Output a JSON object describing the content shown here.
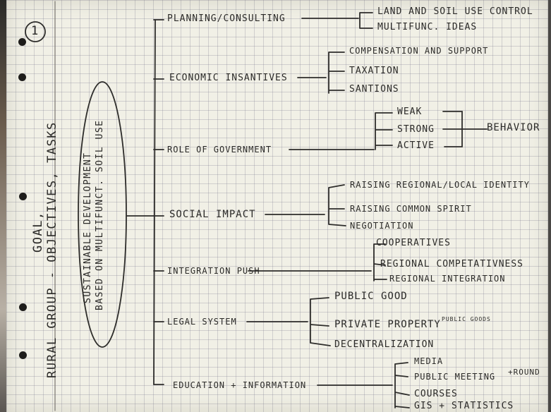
{
  "page_number": "1",
  "left_title": {
    "line1": "GOAL,",
    "line2": "RURAL GROUP - OBJECTIVES, TASKS"
  },
  "center_goal": {
    "line1": "SUSTAINABLE DEVELOPMENT",
    "line2": "BASED ON MULTIFUNCT. SOIL USE"
  },
  "branches": [
    {
      "label": "PLANNING/CONSULTING",
      "items": [
        "LAND AND SOIL USE CONTROL",
        "MULTIFUNC. IDEAS"
      ]
    },
    {
      "label": "ECONOMIC INSANTIVES",
      "items": [
        "COMPENSATION AND SUPPORT",
        "TAXATION",
        "SANTIONS"
      ]
    },
    {
      "label": "ROLE OF GOVERNMENT",
      "items": [
        "WEAK",
        "STRONG",
        "ACTIVE"
      ],
      "group_label": "BEHAVIOR"
    },
    {
      "label": "SOCIAL IMPACT",
      "items": [
        "RAISING REGIONAL/LOCAL IDENTITY",
        "RAISING COMMON SPIRIT",
        "NEGOTIATION"
      ]
    },
    {
      "label": "INTEGRATION PUSH",
      "items": [
        "COOPERATIVES",
        "REGIONAL COMPETATIVNESS",
        "REGIONAL INTEGRATION"
      ]
    },
    {
      "label": "LEGAL SYSTEM",
      "items": [
        "PUBLIC GOOD",
        "PRIVATE PROPERTY",
        "DECENTRALIZATION"
      ],
      "item_note": "PUBLIC GOODS"
    },
    {
      "label": "EDUCATION + INFORMATION",
      "items": [
        "MEDIA",
        "PUBLIC MEETING",
        "COURSES",
        "GIS + STATISTICS"
      ],
      "item_note": "+ROUND"
    }
  ]
}
